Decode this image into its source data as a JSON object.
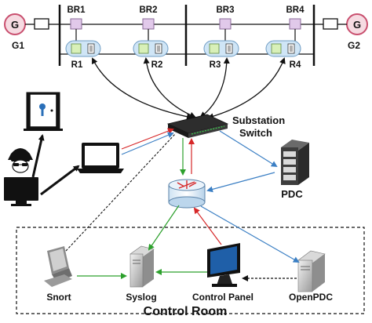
{
  "generators": {
    "left": "G",
    "right": "G",
    "left_label": "G1",
    "right_label": "G2"
  },
  "breakers": [
    "BR1",
    "BR2",
    "BR3",
    "BR4"
  ],
  "relays": [
    "R1",
    "R2",
    "R3",
    "R4"
  ],
  "switch": {
    "line1": "Substation",
    "line2": "Switch"
  },
  "pdc": "PDC",
  "control_room": {
    "title": "Control Room",
    "devices": [
      "Snort",
      "Syslog",
      "Control Panel",
      "OpenPDC"
    ]
  },
  "colors": {
    "green": "#2ca02c",
    "red": "#d62728",
    "blue": "#3b7fc4",
    "black": "#111111",
    "generator_fill": "#f6dbe2",
    "generator_stroke": "#c9506f",
    "breaker_fill": "#e1c9ea",
    "relay_fill": "#cfe5f6",
    "relay_inner": "#d8f0b8"
  }
}
